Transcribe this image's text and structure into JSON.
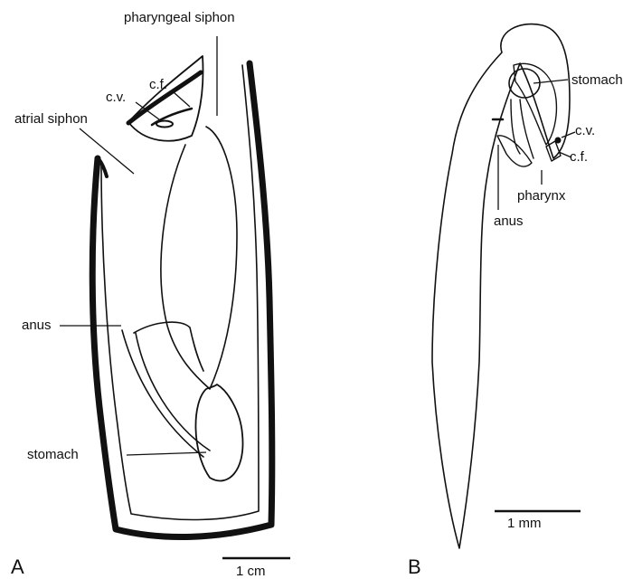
{
  "panel_a": {
    "letter": "A",
    "labels": {
      "pharyngeal_siphon": "pharyngeal siphon",
      "atrial_siphon": "atrial siphon",
      "cf": "c.f.",
      "cv": "c.v.",
      "anus": "anus",
      "stomach": "stomach"
    },
    "scale": "1 cm"
  },
  "panel_b": {
    "letter": "B",
    "labels": {
      "stomach": "stomach",
      "cv": "c.v.",
      "cf": "c.f.",
      "pharynx": "pharynx",
      "anus": "anus"
    },
    "scale": "1 mm"
  },
  "colors": {
    "ink": "#111111",
    "background": "#ffffff"
  }
}
